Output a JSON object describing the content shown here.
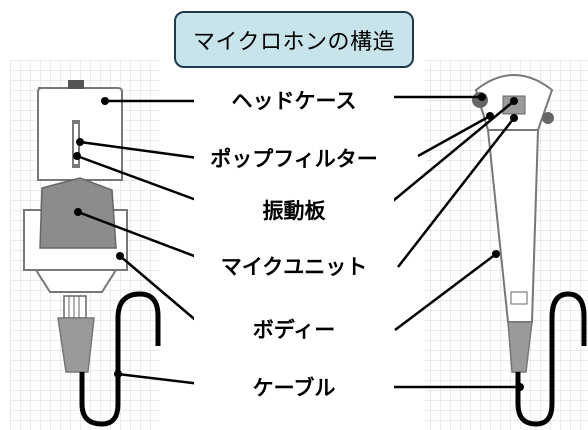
{
  "title": "マイクロホンの構造",
  "labels": {
    "head_case": "ヘッドケース",
    "pop_filter": "ポップフィルター",
    "diaphragm": "振動板",
    "mic_unit": "マイクユニット",
    "body": "ボディー",
    "cable": "ケーブル"
  }
}
